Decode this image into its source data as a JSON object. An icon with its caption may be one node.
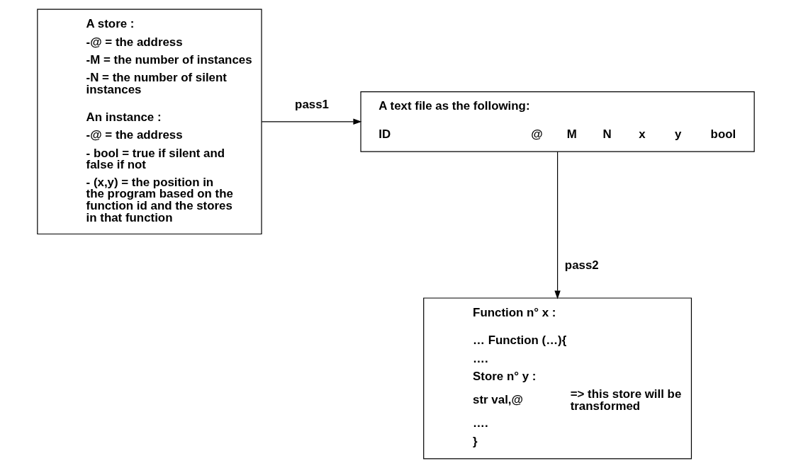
{
  "diagram": {
    "nodes": [
      {
        "text": [
          "A store :",
          "-@ = the address",
          "-M = the number of instances",
          "-N = the number of silent instances",
          "An instance :",
          "-@ = the address",
          "- bool = true if silent and false if not",
          "- (x,y) = the position in the program based on the function id and the stores in that function"
        ]
      },
      {
        "text": [
          "A text file as the following:",
          "ID",
          "@",
          "M",
          "N",
          "x",
          "y",
          "bool"
        ]
      },
      {
        "text": [
          "Function n° x :",
          "… Function (…){",
          "….",
          "Store n° y :",
          "str val,@",
          "=> this store will be transformed",
          "….",
          "}"
        ]
      }
    ],
    "edges": [
      {
        "from": 0,
        "to": 1,
        "arrow": "to",
        "label": "pass1"
      },
      {
        "from": 1,
        "to": 2,
        "arrow": "to",
        "label": "pass2"
      }
    ]
  }
}
